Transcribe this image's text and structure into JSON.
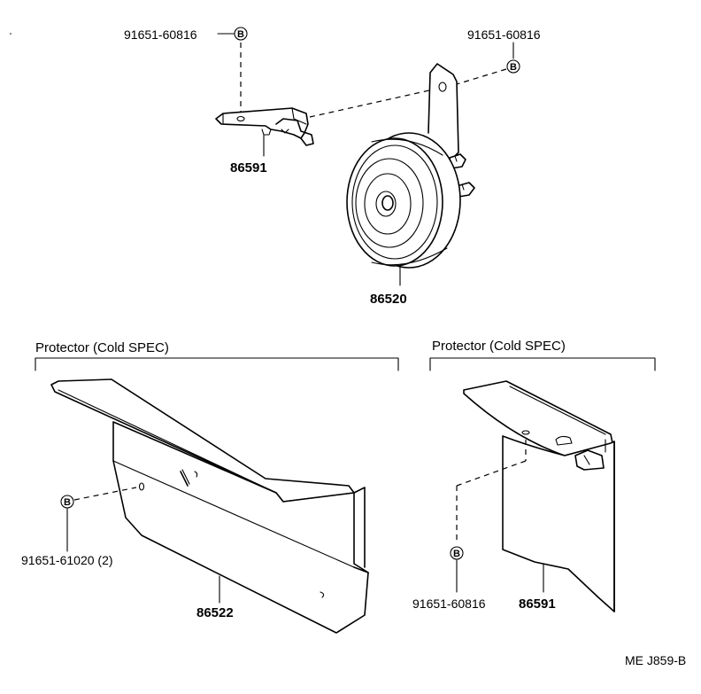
{
  "diagram": {
    "parts": {
      "bolt_top_left": "91651-60816",
      "bolt_top_right": "91651-60816",
      "bracket_top": "86591",
      "horn": "86520",
      "protector_left": "86522",
      "bolt_left_protector": "91651-61020 (2)",
      "bolt_right_protector": "91651-60816",
      "protector_right": "86591"
    },
    "group_labels": {
      "left": "Protector (Cold SPEC)",
      "right": "Protector (Cold SPEC)"
    },
    "fastener_symbol": "B",
    "drawing_code": "ME J859-B"
  }
}
